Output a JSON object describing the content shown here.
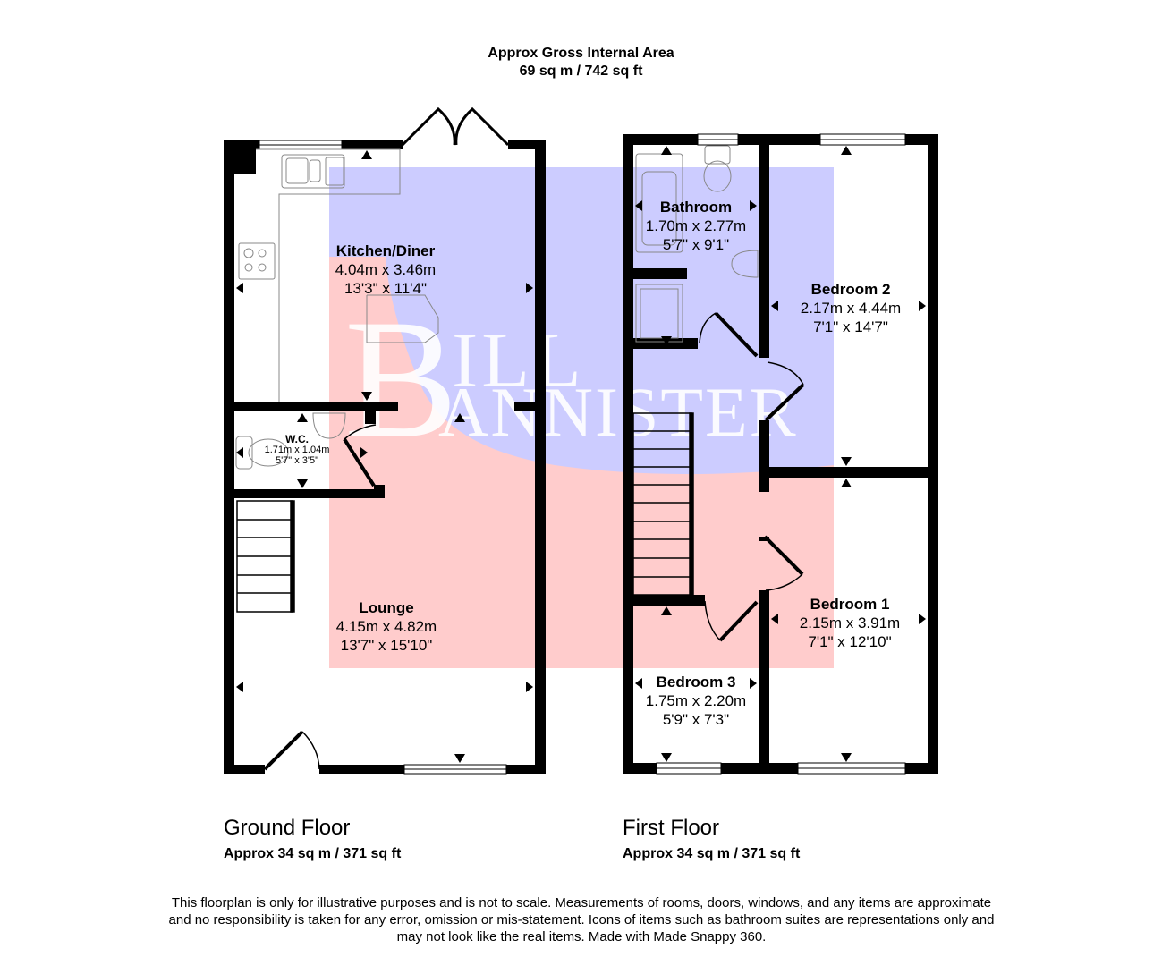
{
  "header": {
    "title": "Approx Gross Internal Area",
    "total_area": "69 sq m / 742 sq ft"
  },
  "watermark": {
    "text_line1": "BILL",
    "text_line2": "BANNISTER",
    "colors": {
      "blue": "#ccccff",
      "pink": "#ffcccc"
    }
  },
  "colors": {
    "wall": "#000000",
    "background": "#ffffff"
  },
  "floors": [
    {
      "name": "Ground Floor",
      "area": "Approx 34 sq m / 371 sq ft",
      "rooms": [
        {
          "name": "Kitchen/Diner",
          "metric": "4.04m x 3.46m",
          "imperial": "13'3\" x 11'4\""
        },
        {
          "name": "W.C.",
          "metric": "1.71m x 1.04m",
          "imperial": "5'7\" x 3'5\""
        },
        {
          "name": "Lounge",
          "metric": "4.15m x 4.82m",
          "imperial": "13'7\" x 15'10\""
        }
      ]
    },
    {
      "name": "First Floor",
      "area": "Approx 34 sq m / 371 sq ft",
      "rooms": [
        {
          "name": "Bathroom",
          "metric": "1.70m x 2.77m",
          "imperial": "5'7\" x 9'1\""
        },
        {
          "name": "Bedroom 2",
          "metric": "2.17m x 4.44m",
          "imperial": "7'1\" x 14'7\""
        },
        {
          "name": "Bedroom 1",
          "metric": "2.15m x 3.91m",
          "imperial": "7'1\" x 12'10\""
        },
        {
          "name": "Bedroom 3",
          "metric": "1.75m x 2.20m",
          "imperial": "5'9\" x 7'3\""
        }
      ]
    }
  ],
  "disclaimer": {
    "line1": "This floorplan is only for illustrative purposes and is not to scale. Measurements of rooms, doors, windows, and any items are approximate",
    "line2": "and no responsibility is taken for any error, omission or mis-statement. Icons of items such as bathroom suites are representations only and",
    "line3": "may not look like the real items. Made with Made Snappy 360."
  }
}
